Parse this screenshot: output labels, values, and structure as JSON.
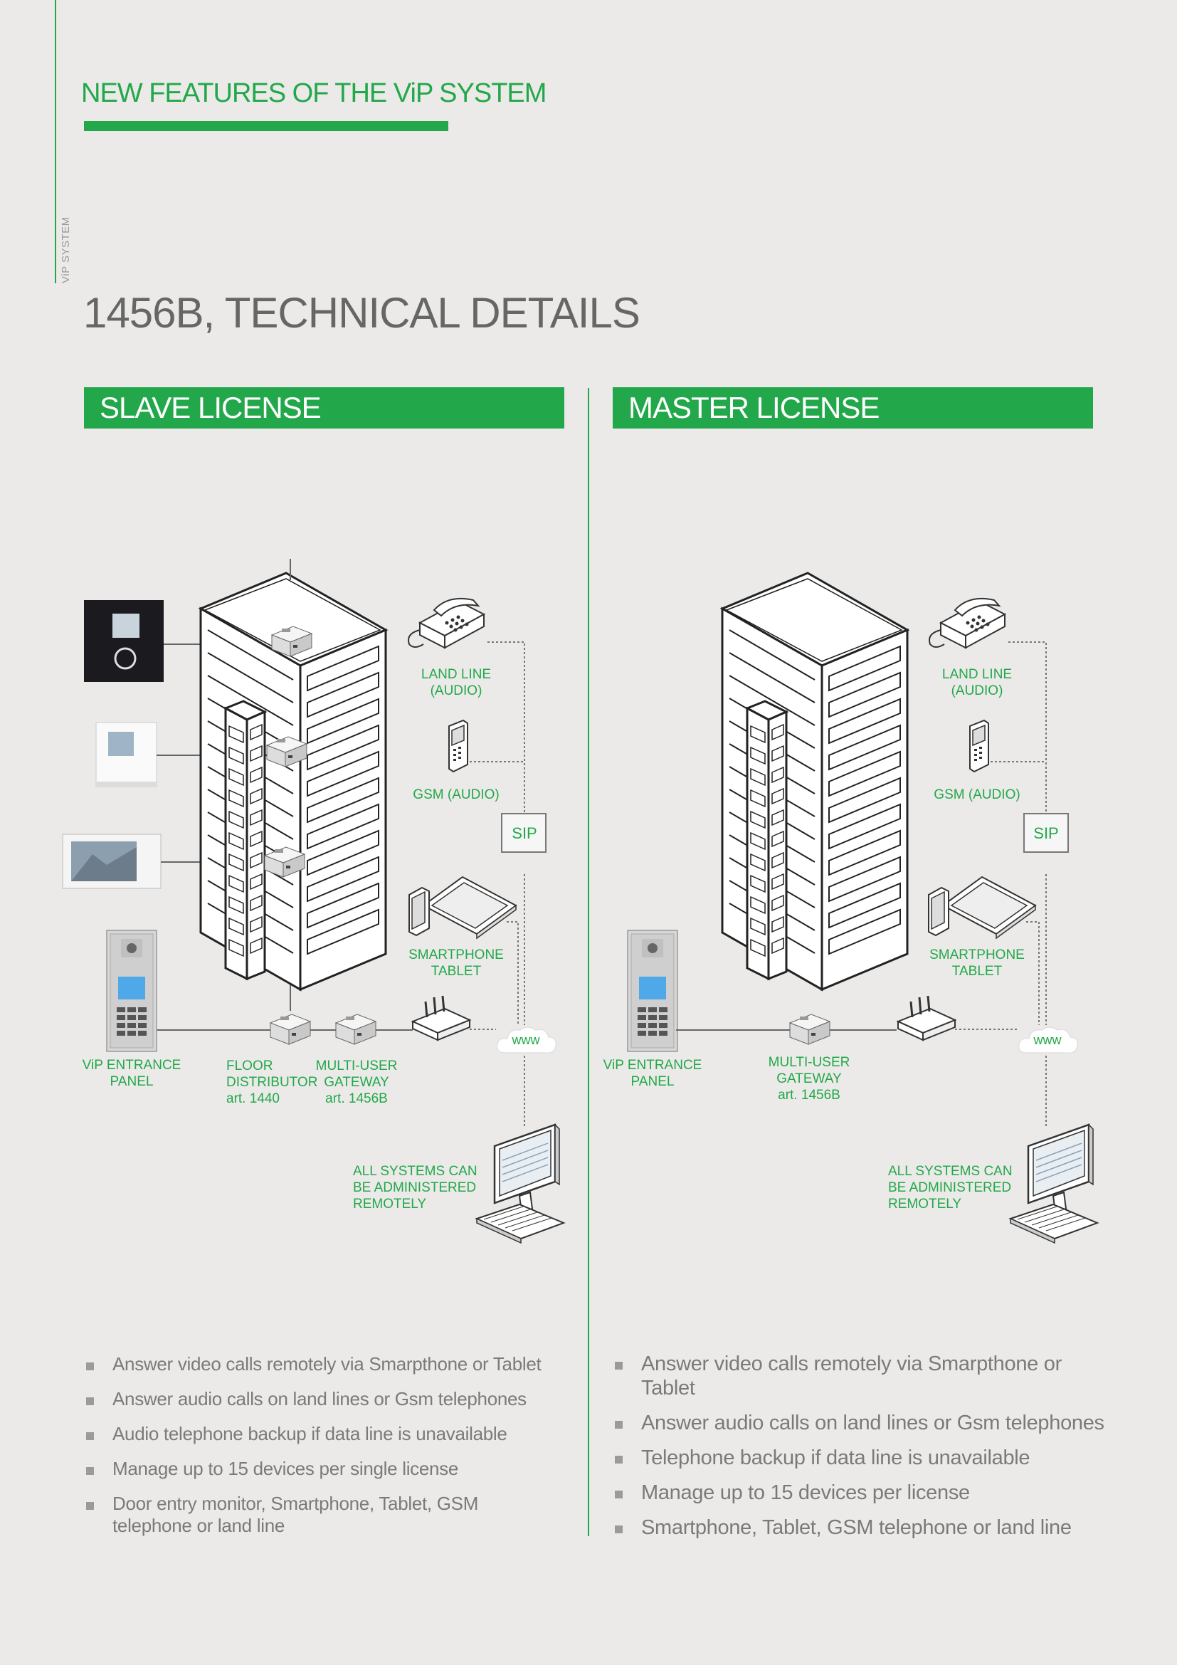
{
  "header": {
    "section_title": "NEW FEATURES OF THE ViP SYSTEM",
    "side_label": "ViP SYSTEM",
    "page_title": "1456B, TECHNICAL DETAILS"
  },
  "slave": {
    "title": "SLAVE LICENSE",
    "labels": {
      "land_line_1": "LAND LINE",
      "land_line_2": "(AUDIO)",
      "gsm": "GSM (AUDIO)",
      "sip": "SIP",
      "smartphone": "SMARTPHONE",
      "tablet": "TABLET",
      "www": "www",
      "entrance_1": "ViP ENTRANCE",
      "entrance_2": "PANEL",
      "floor_1": "FLOOR",
      "floor_2": "DISTRIBUTOR",
      "floor_3": "art. 1440",
      "gateway_1": "MULTI-USER",
      "gateway_2": "GATEWAY",
      "gateway_3": "art. 1456B",
      "remote_1": "ALL SYSTEMS CAN",
      "remote_2": "BE ADMINISTERED",
      "remote_3": "REMOTELY"
    },
    "bullets": [
      "Answer video calls remotely via Smarpthone or Tablet",
      "Answer audio calls on land lines or Gsm telephones",
      "Audio telephone backup if data line is unavailable",
      "Manage up to 15 devices per single license",
      "Door entry monitor, Smartphone, Tablet, GSM telephone or land line"
    ]
  },
  "master": {
    "title": "MASTER LICENSE",
    "labels": {
      "land_line_1": "LAND LINE",
      "land_line_2": "(AUDIO)",
      "gsm": "GSM (AUDIO)",
      "sip": "SIP",
      "smartphone": "SMARTPHONE",
      "tablet": "TABLET",
      "www": "www",
      "entrance_1": "ViP ENTRANCE",
      "entrance_2": "PANEL",
      "gateway_1": "MULTI-USER",
      "gateway_2": "GATEWAY",
      "gateway_3": "art. 1456B",
      "remote_1": "ALL SYSTEMS CAN",
      "remote_2": "BE ADMINISTERED",
      "remote_3": "REMOTELY"
    },
    "bullets": [
      "Answer video calls remotely via Smarpthone or Tablet",
      "Answer audio calls on land lines or Gsm telephones",
      "Telephone backup if data line is unavailable",
      "Manage up to 15 devices per license",
      "Smartphone, Tablet, GSM telephone or land line"
    ]
  },
  "colors": {
    "accent": "#22a84a",
    "text": "#6a6a6a",
    "background": "#ebeae8"
  }
}
